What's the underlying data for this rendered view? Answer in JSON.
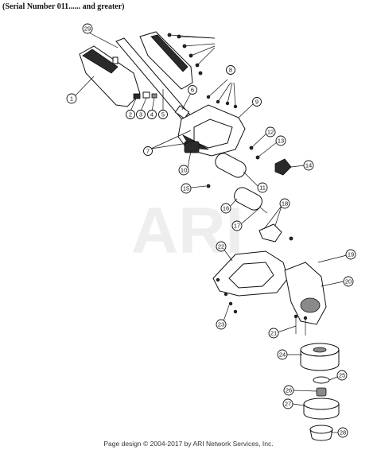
{
  "header": {
    "serial_text": "(Serial Number 011...... and greater)"
  },
  "watermark": "ARI",
  "footer": {
    "text": "Page design © 2004-2017 by ARI Network Services, Inc."
  },
  "callouts": {
    "c1": "1",
    "c2": "2",
    "c3": "3",
    "c4": "4",
    "c5": "5",
    "c6": "6",
    "c7": "7",
    "c8": "8",
    "c9": "9",
    "c10": "10",
    "c11": "11",
    "c12": "12",
    "c13": "13",
    "c14": "14",
    "c15": "15",
    "c16": "16",
    "c17": "17",
    "c18": "18",
    "c19": "19",
    "c20": "20",
    "c21": "21",
    "c22": "22",
    "c23": "23",
    "c24": "24",
    "c25": "25",
    "c26": "26",
    "c27": "27",
    "c28": "28",
    "c29": "29"
  }
}
